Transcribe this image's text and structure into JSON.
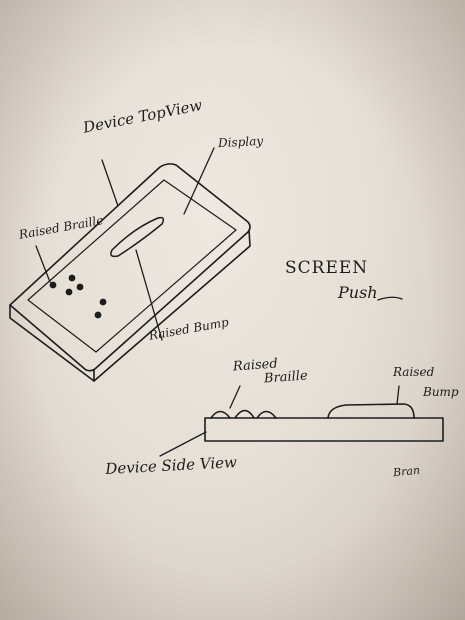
{
  "labels": {
    "top_view": "Device TopView",
    "display": "Display",
    "raised_braille_top": "Raised Braille",
    "raised_bump_top": "Raised Bump",
    "title_line1": "SCREEN",
    "title_line2": "Push",
    "raised_braille_side_line1": "Raised",
    "raised_braille_side_line2": "Braille",
    "raised_bump_side_line1": "Raised",
    "raised_bump_side_line2": "Bump",
    "side_view": "Device Side View",
    "signature": "Bran"
  },
  "colors": {
    "ink": "#1c1c1c",
    "paper": "#e6dfd6"
  }
}
